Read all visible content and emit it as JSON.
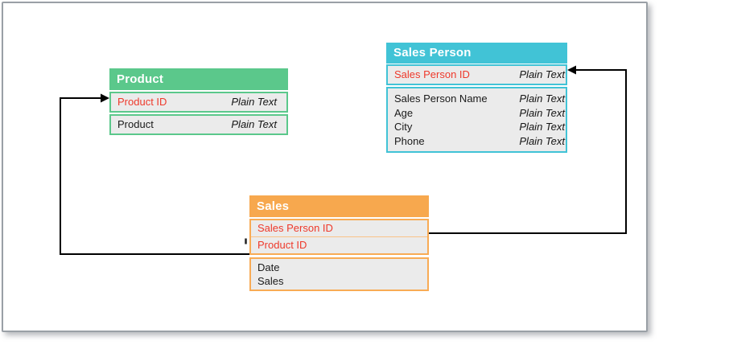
{
  "canvas": {
    "background": "#ffffff",
    "border_color": "#9aa0a6"
  },
  "diagram": {
    "key_field_color": "#ee392b",
    "row_background": "#ebebeb",
    "connector_color": "#000000",
    "tables": [
      {
        "title": "Product",
        "accent": "#5bc88b",
        "key_fields": [
          {
            "name": "Product ID",
            "type": "Plain Text"
          }
        ],
        "fields": [
          {
            "name": "Product",
            "type": "Plain Text"
          }
        ]
      },
      {
        "title": "Sales Person",
        "accent": "#41c3d6",
        "key_fields": [
          {
            "name": "Sales Person ID",
            "type": "Plain Text"
          }
        ],
        "fields": [
          {
            "name": "Sales Person Name",
            "type": "Plain Text"
          },
          {
            "name": "Age",
            "type": "Plain Text"
          },
          {
            "name": "City",
            "type": "Plain Text"
          },
          {
            "name": "Phone",
            "type": "Plain Text"
          }
        ]
      },
      {
        "title": "Sales",
        "accent": "#f7a84e",
        "key_fields": [
          {
            "name": "Sales Person ID"
          },
          {
            "name": "Product ID"
          }
        ],
        "fields": [
          {
            "name": "Date"
          },
          {
            "name": "Sales"
          }
        ]
      }
    ],
    "relationships": [
      {
        "from": "Sales.Product ID",
        "to": "Product.Product ID"
      },
      {
        "from": "Sales.Sales Person ID",
        "to": "Sales Person.Sales Person ID"
      }
    ]
  }
}
